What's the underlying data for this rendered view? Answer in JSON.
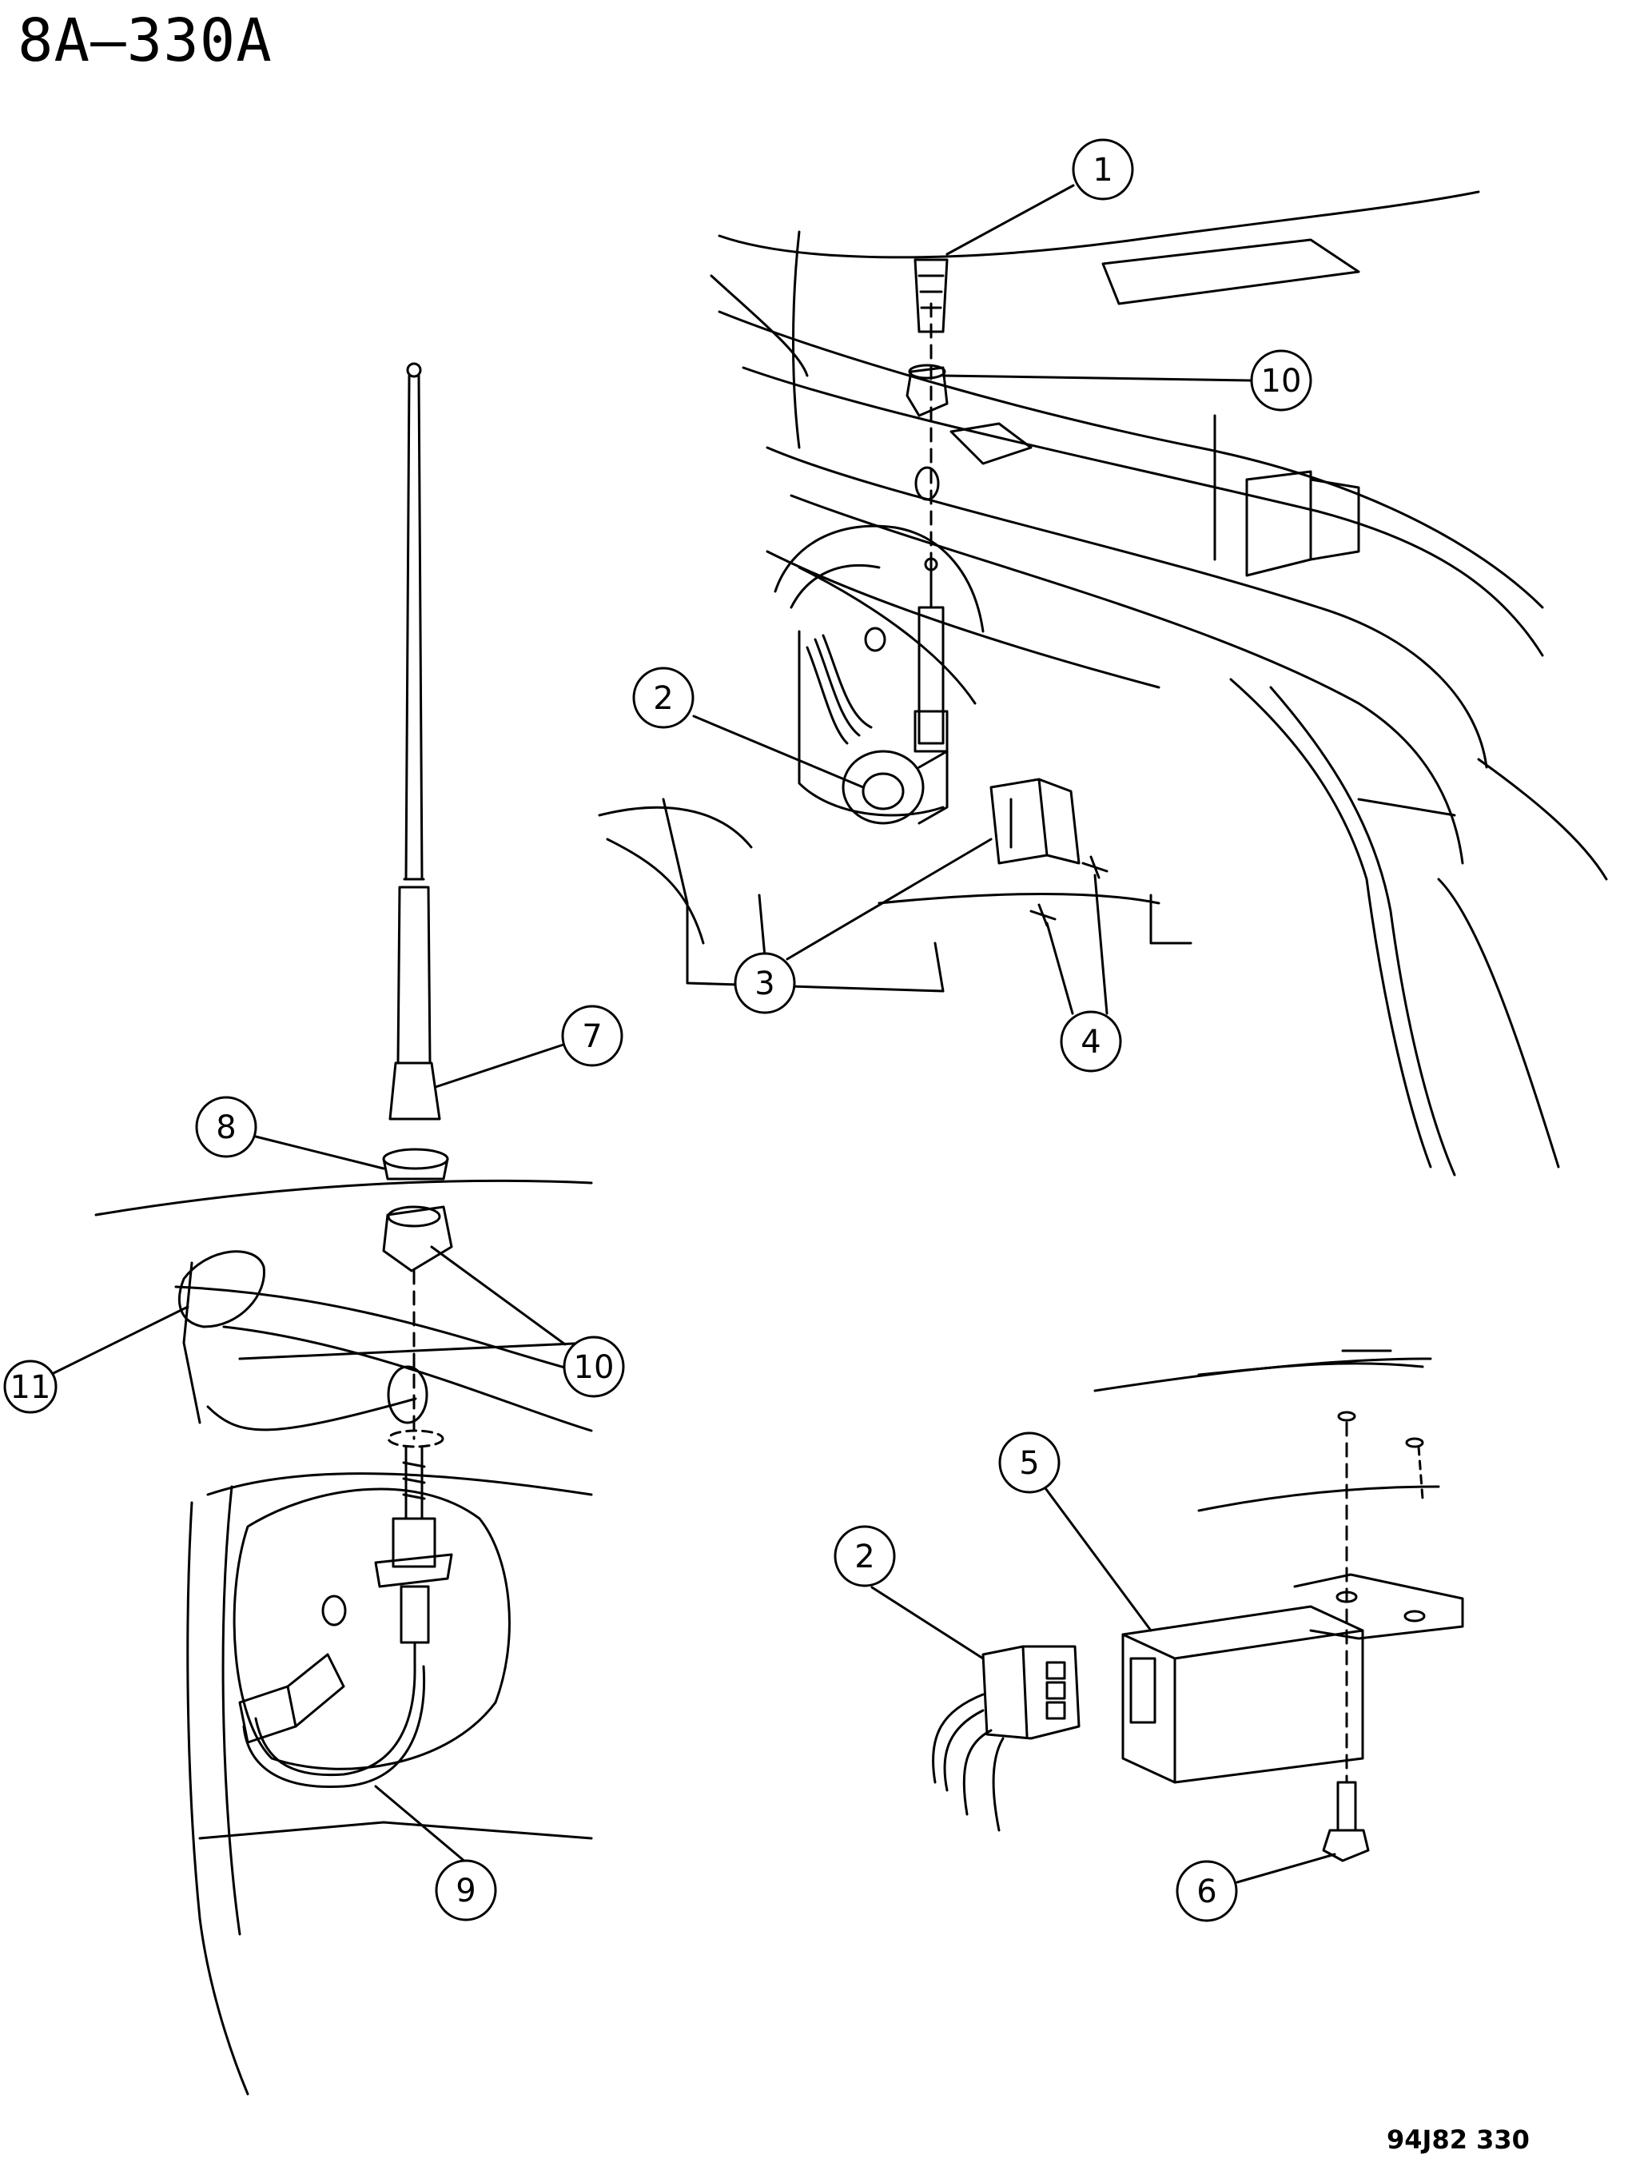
{
  "page_code": "8A–330A",
  "figure_id": "94J82  330",
  "callouts": [
    "1",
    "10",
    "2",
    "3",
    "4",
    "7",
    "8",
    "10",
    "11",
    "9",
    "2",
    "5",
    "6"
  ]
}
